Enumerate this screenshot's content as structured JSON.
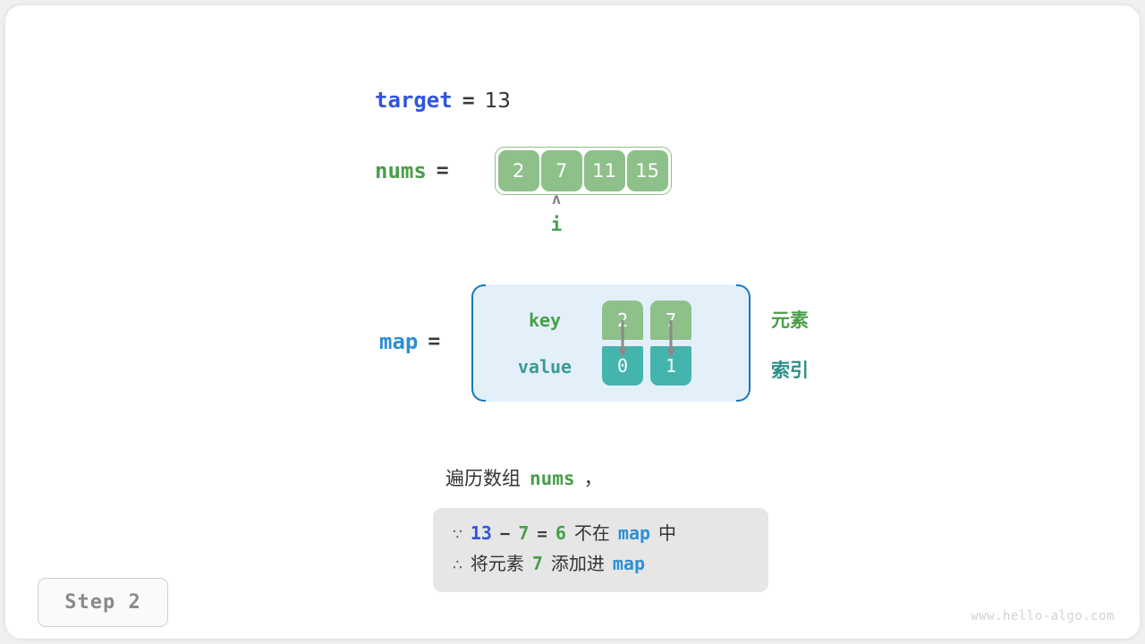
{
  "variables": {
    "target": {
      "name": "target",
      "equals": "=",
      "value": "13"
    },
    "nums": {
      "name": "nums",
      "equals": "=",
      "cells": [
        "2",
        "7",
        "11",
        "15"
      ]
    },
    "map": {
      "name": "map",
      "equals": "="
    }
  },
  "pointer": {
    "caret": "ʌ",
    "label": "i"
  },
  "map_table": {
    "key_label": "key",
    "value_label": "value",
    "entries": [
      {
        "key": "2",
        "value": "0"
      },
      {
        "key": "7",
        "value": "1"
      }
    ]
  },
  "side_labels": {
    "element": "元素",
    "index": "索引"
  },
  "caption": {
    "text": "遍历数组",
    "code": "nums",
    "punct": "，"
  },
  "note": {
    "line1": {
      "symbol": "∵",
      "a": "13",
      "minus": "−",
      "b": "7",
      "eq": "=",
      "c": "6",
      "mid": "不在",
      "map": "map",
      "tail": "中"
    },
    "line2": {
      "symbol": "∴",
      "pre": "将元素",
      "num": "7",
      "mid": "添加进",
      "map": "map"
    }
  },
  "step_badge": "Step 2",
  "watermark": "www.hello-algo.com",
  "colors": {
    "green_cell": "#8ec08a",
    "teal_cell": "#44b5ad",
    "blue_var": "#3355dd",
    "light_blue_var": "#2e8fd4",
    "green_var": "#4a9e4a",
    "map_bg": "#e3f0fa",
    "bracket": "#1878be",
    "note_bg": "#e6e6e6"
  }
}
